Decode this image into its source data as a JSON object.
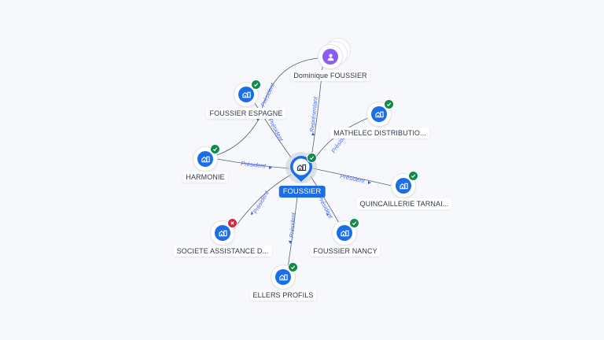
{
  "colors": {
    "accent": "#1a6ee8",
    "person": "#8b5cf6",
    "active": "#138a4d",
    "inactive": "#d7263d",
    "edge_label": "#4a6cf0"
  },
  "center": {
    "label": "FOUSSIER",
    "icon": "company-icon",
    "status": "active"
  },
  "nodes": [
    {
      "id": "dominique",
      "label": "Dominique FOUSSIER",
      "type": "person",
      "icon": "person-icon",
      "status": "none"
    },
    {
      "id": "espagne",
      "label": "FOUSSIER ESPAGNE",
      "type": "company",
      "icon": "company-icon",
      "status": "active"
    },
    {
      "id": "mathelec",
      "label": "MATHELEC DISTRIBUTIO...",
      "type": "company",
      "icon": "company-icon",
      "status": "active"
    },
    {
      "id": "harmonie",
      "label": "HARMONIE",
      "type": "company",
      "icon": "company-icon",
      "status": "active"
    },
    {
      "id": "quincaillerie",
      "label": "QUINCAILLERIE TARNAI...",
      "type": "company",
      "icon": "company-icon",
      "status": "active"
    },
    {
      "id": "societe",
      "label": "SOCIETE ASSISTANCE D...",
      "type": "company",
      "icon": "company-icon",
      "status": "inactive"
    },
    {
      "id": "nancy",
      "label": "FOUSSIER NANCY",
      "type": "company",
      "icon": "company-icon",
      "status": "active"
    },
    {
      "id": "ellers",
      "label": "ELLERS PROFILS",
      "type": "company",
      "icon": "company-icon",
      "status": "active"
    }
  ],
  "edges": [
    {
      "from": "dominique",
      "to": "center",
      "label": "Représentant"
    },
    {
      "from": "espagne",
      "to": "center",
      "label": "Président"
    },
    {
      "from": "dominique",
      "to": "harmonie",
      "label": "Président"
    },
    {
      "from": "mathelec",
      "to": "center",
      "label": "Président"
    },
    {
      "from": "harmonie",
      "to": "center",
      "label": "Président"
    },
    {
      "from": "center",
      "to": "quincaillerie",
      "label": "Président"
    },
    {
      "from": "center",
      "to": "societe",
      "label": "Président"
    },
    {
      "from": "center",
      "to": "nancy",
      "label": "Président"
    },
    {
      "from": "center",
      "to": "ellers",
      "label": "Président"
    }
  ]
}
